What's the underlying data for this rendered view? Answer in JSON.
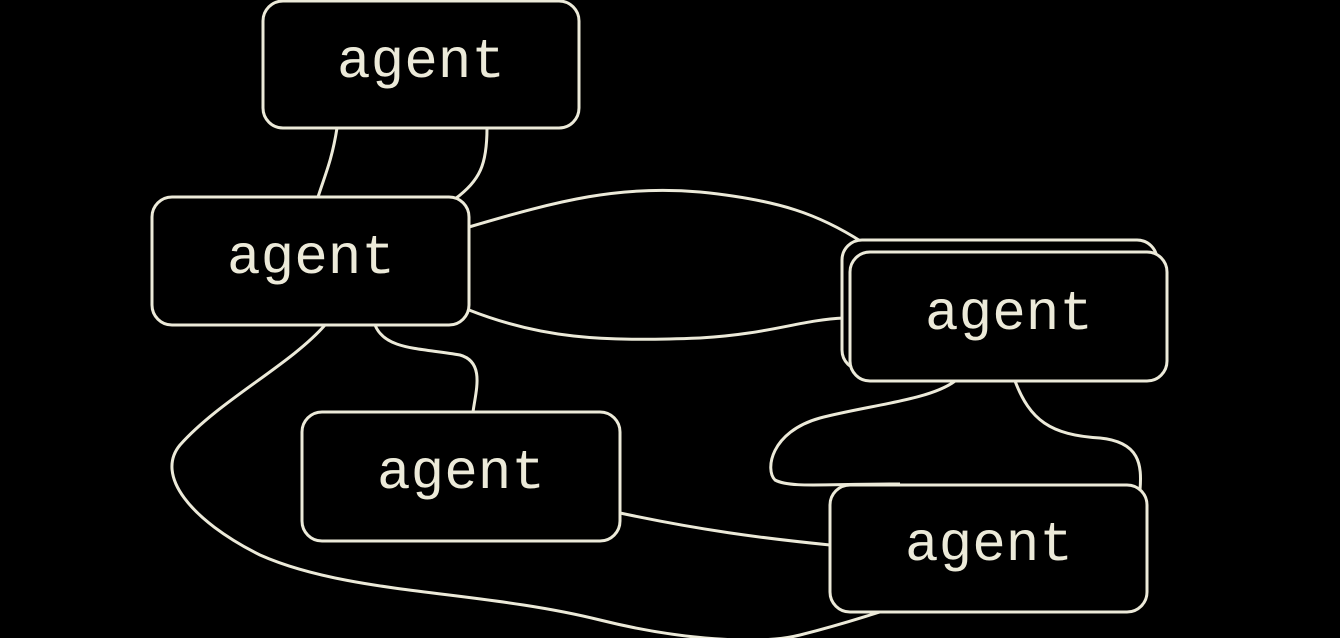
{
  "diagram": {
    "stroke_color": "#ecead9",
    "background": "#000000",
    "nodes": [
      {
        "id": "n1",
        "label": "agent"
      },
      {
        "id": "n2",
        "label": "agent"
      },
      {
        "id": "n3",
        "label": "agent",
        "stacked": true
      },
      {
        "id": "n4",
        "label": "agent"
      },
      {
        "id": "n5",
        "label": "agent"
      }
    ],
    "edges": [
      [
        "n1",
        "n2"
      ],
      [
        "n1",
        "n2"
      ],
      [
        "n2",
        "n3"
      ],
      [
        "n2",
        "n3"
      ],
      [
        "n2",
        "n4"
      ],
      [
        "n2",
        "n5"
      ],
      [
        "n3",
        "n5"
      ],
      [
        "n3",
        "n5"
      ],
      [
        "n4",
        "n5"
      ]
    ]
  }
}
